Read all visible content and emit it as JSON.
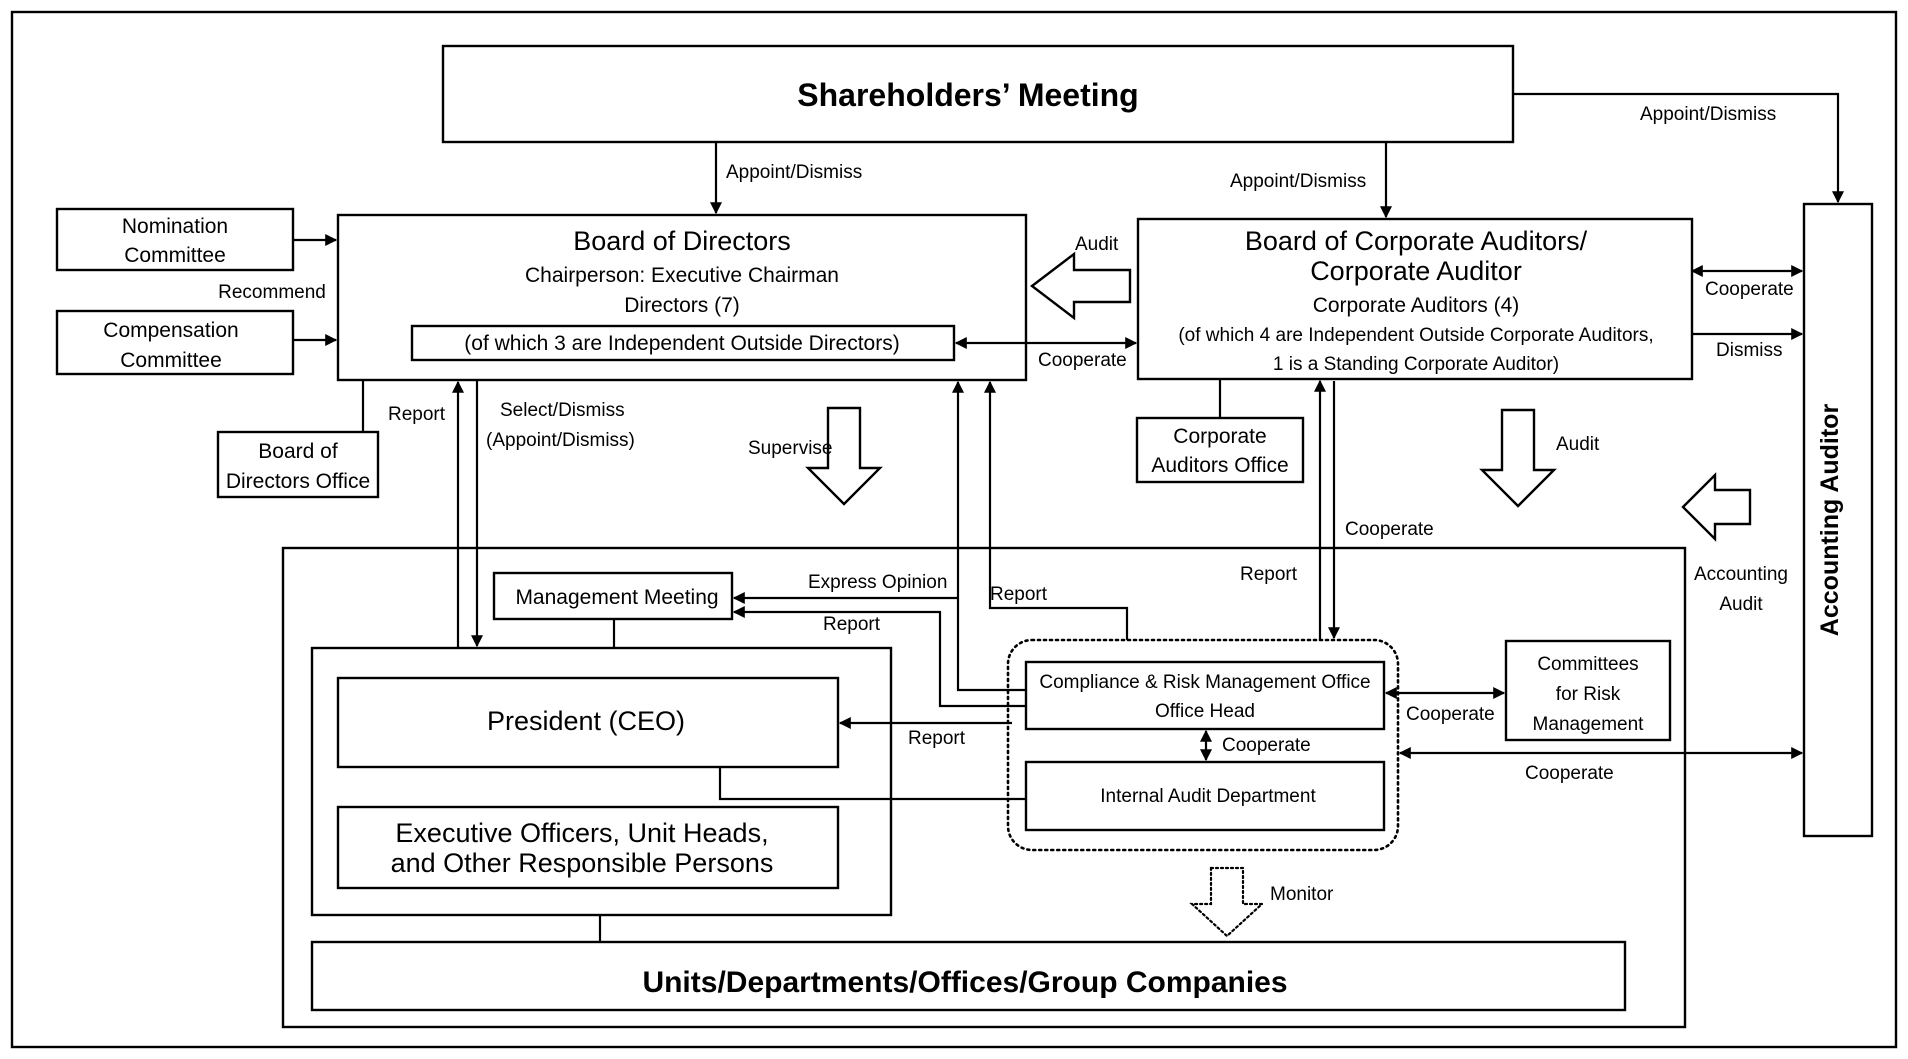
{
  "shareholders_meeting": "Shareholders’ Meeting",
  "board_of_directors": {
    "title": "Board of Directors",
    "chairperson": "Chairperson: Executive Chairman",
    "directors": "Directors (7)",
    "independent": "(of which 3 are Independent Outside Directors)"
  },
  "corporate_auditors": {
    "title_line1": "Board of Corporate Auditors/",
    "title_line2": "Corporate Auditor",
    "count": "Corporate Auditors (4)",
    "independent_line1": "(of which 4 are Independent Outside Corporate Auditors,",
    "independent_line2": "1 is a Standing Corporate Auditor)"
  },
  "nomination_committee": {
    "line1": "Nomination",
    "line2": "Committee"
  },
  "compensation_committee": {
    "line1": "Compensation",
    "line2": "Committee"
  },
  "board_office": {
    "line1": "Board of",
    "line2": "Directors Office"
  },
  "auditors_office": {
    "line1": "Corporate",
    "line2": "Auditors Office"
  },
  "accounting_auditor": "Accounting Auditor",
  "management_meeting": "Management Meeting",
  "president": "President (CEO)",
  "executive_officers": {
    "line1": "Executive Officers, Unit Heads,",
    "line2": "and Other Responsible Persons"
  },
  "compliance_office": {
    "line1": "Compliance & Risk Management Office",
    "line2": "Office Head"
  },
  "internal_audit": "Internal Audit Department",
  "risk_committees": {
    "line1": "Committees",
    "line2": "for Risk",
    "line3": "Management"
  },
  "units": "Units/Departments/Offices/Group Companies",
  "labels": {
    "appoint_dismiss_bod": "Appoint/Dismiss",
    "appoint_dismiss_ca": "Appoint/Dismiss",
    "appoint_dismiss_aa": "Appoint/Dismiss",
    "recommend": "Recommend",
    "audit_bod": "Audit",
    "cooperate_bod_ca": "Cooperate",
    "cooperate_ca_aa": "Cooperate",
    "dismiss_aa": "Dismiss",
    "report_office": "Report",
    "select_dismiss": "Select/Dismiss",
    "appoint_dismiss_paren": "(Appoint/Dismiss)",
    "supervise": "Supervise",
    "audit_down": "Audit",
    "cooperate_ca_office": "Cooperate",
    "accounting_audit_line1": "Accounting",
    "accounting_audit_line2": "Audit",
    "express_opinion": "Express Opinion",
    "report_mm": "Report",
    "report_bod": "Report",
    "report_ca": "Report",
    "report_president": "Report",
    "cooperate_committees": "Cooperate",
    "cooperate_internal": "Cooperate",
    "cooperate_internal_aa": "Cooperate",
    "monitor": "Monitor"
  }
}
